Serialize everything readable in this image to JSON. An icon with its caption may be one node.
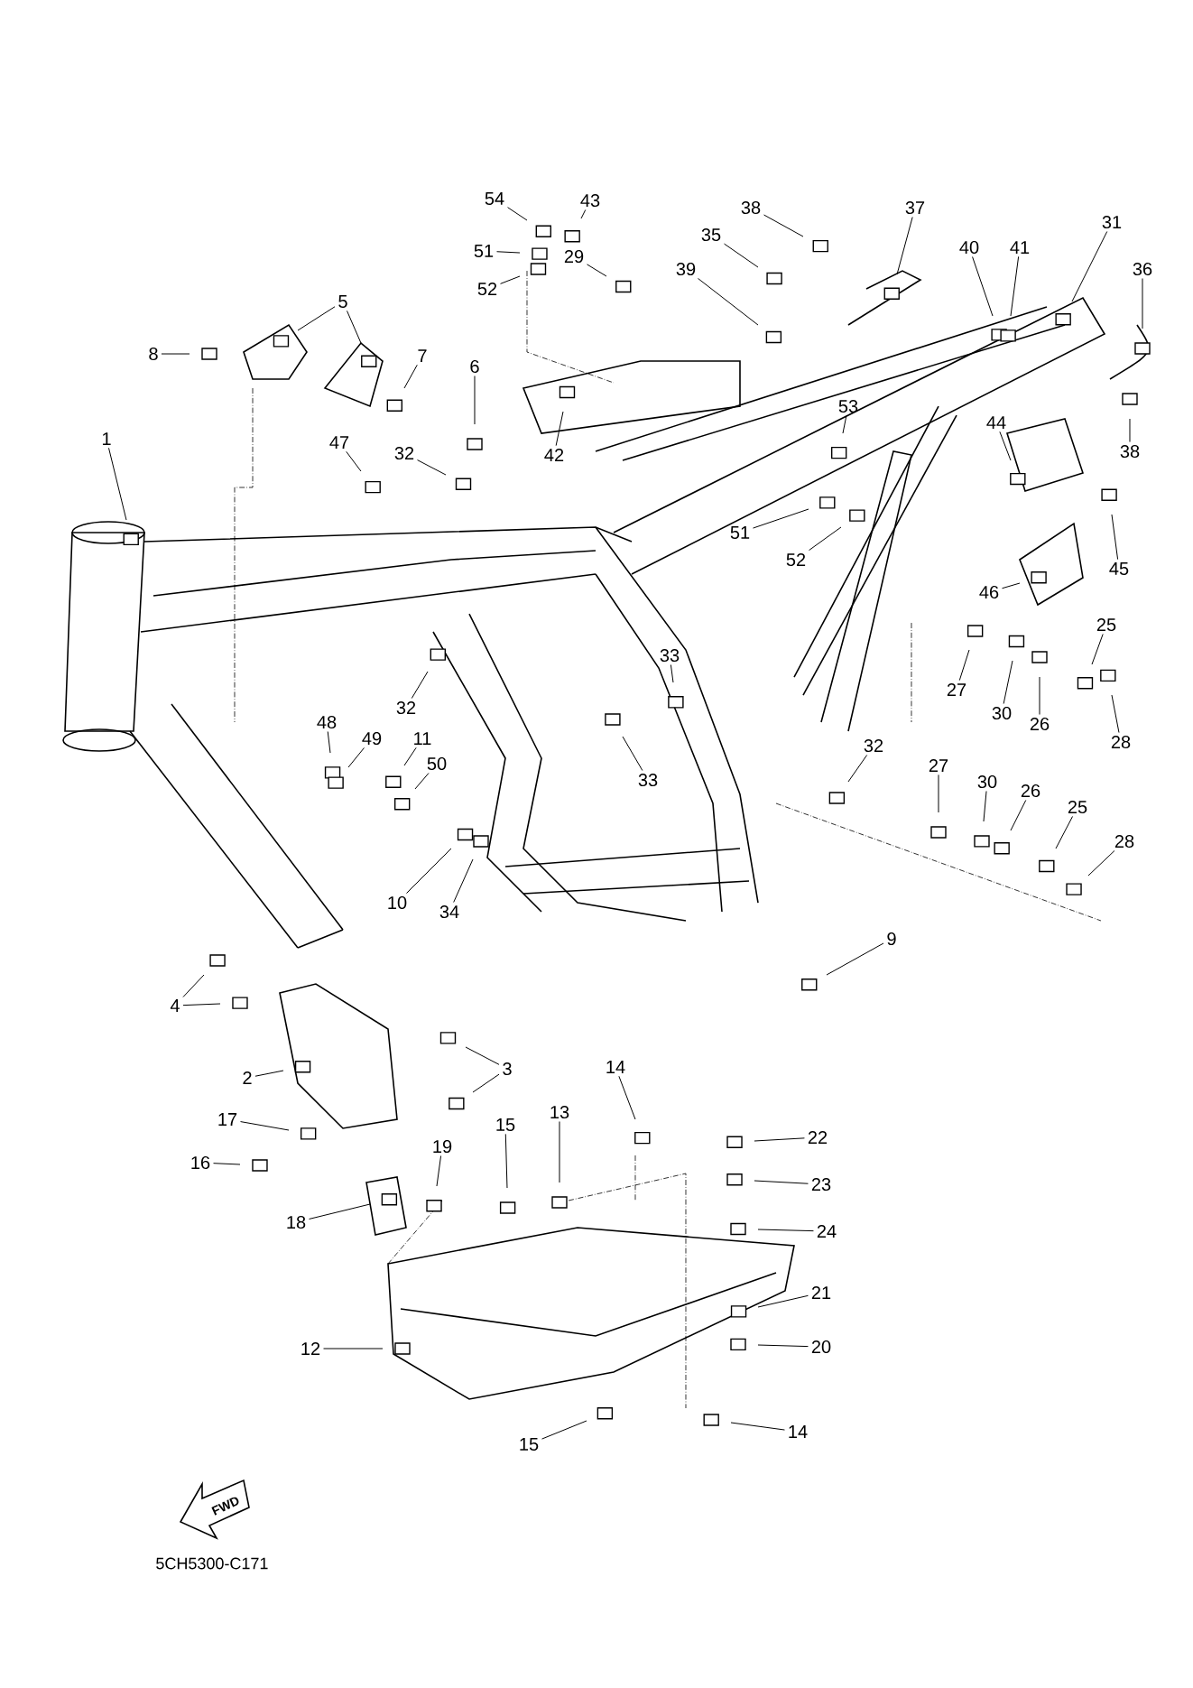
{
  "diagram": {
    "nodes": [
      {
        "text": [
          "54"
        ]
      },
      {
        "text": [
          "43"
        ]
      },
      {
        "text": [
          "38"
        ]
      },
      {
        "text": [
          "37"
        ]
      },
      {
        "text": [
          "31"
        ]
      },
      {
        "text": [
          "35"
        ]
      },
      {
        "text": [
          "51"
        ]
      },
      {
        "text": [
          "29"
        ]
      },
      {
        "text": [
          "52"
        ]
      },
      {
        "text": [
          "39"
        ]
      },
      {
        "text": [
          "40"
        ]
      },
      {
        "text": [
          "41"
        ]
      },
      {
        "text": [
          "36"
        ]
      },
      {
        "text": [
          "5"
        ]
      },
      {
        "text": [
          "8"
        ]
      },
      {
        "text": [
          "7"
        ]
      },
      {
        "text": [
          "6"
        ]
      },
      {
        "text": [
          "53"
        ]
      },
      {
        "text": [
          "44"
        ]
      },
      {
        "text": [
          "38"
        ]
      },
      {
        "text": [
          "42"
        ]
      },
      {
        "text": [
          "47"
        ]
      },
      {
        "text": [
          "32"
        ]
      },
      {
        "text": [
          "1"
        ]
      },
      {
        "text": [
          "51"
        ]
      },
      {
        "text": [
          "52"
        ]
      },
      {
        "text": [
          "45"
        ]
      },
      {
        "text": [
          "46"
        ]
      },
      {
        "text": [
          "25"
        ]
      },
      {
        "text": [
          "32"
        ]
      },
      {
        "text": [
          "33"
        ]
      },
      {
        "text": [
          "27"
        ]
      },
      {
        "text": [
          "30"
        ]
      },
      {
        "text": [
          "26"
        ]
      },
      {
        "text": [
          "28"
        ]
      },
      {
        "text": [
          "48"
        ]
      },
      {
        "text": [
          "49"
        ]
      },
      {
        "text": [
          "11"
        ]
      },
      {
        "text": [
          "33"
        ]
      },
      {
        "text": [
          "32"
        ]
      },
      {
        "text": [
          "50"
        ]
      },
      {
        "text": [
          "27"
        ]
      },
      {
        "text": [
          "30"
        ]
      },
      {
        "text": [
          "26"
        ]
      },
      {
        "text": [
          "25"
        ]
      },
      {
        "text": [
          "28"
        ]
      },
      {
        "text": [
          "10"
        ]
      },
      {
        "text": [
          "34"
        ]
      },
      {
        "text": [
          "9"
        ]
      },
      {
        "text": [
          "4"
        ]
      },
      {
        "text": [
          "3"
        ]
      },
      {
        "text": [
          "2"
        ]
      },
      {
        "text": [
          "14"
        ]
      },
      {
        "text": [
          "17"
        ]
      },
      {
        "text": [
          "22"
        ]
      },
      {
        "text": [
          "16"
        ]
      },
      {
        "text": [
          "19"
        ]
      },
      {
        "text": [
          "15"
        ]
      },
      {
        "text": [
          "13"
        ]
      },
      {
        "text": [
          "23"
        ]
      },
      {
        "text": [
          "18"
        ]
      },
      {
        "text": [
          "24"
        ]
      },
      {
        "text": [
          "21"
        ]
      },
      {
        "text": [
          "20"
        ]
      },
      {
        "text": [
          "12"
        ]
      },
      {
        "text": [
          "15"
        ]
      },
      {
        "text": [
          "14"
        ]
      }
    ],
    "edges": [
      {
        "from": 0,
        "to": null,
        "arrow": "none"
      },
      {
        "from": 1,
        "to": null,
        "arrow": "none"
      },
      {
        "from": 2,
        "to": null,
        "arrow": "none"
      },
      {
        "from": 3,
        "to": null,
        "arrow": "none"
      },
      {
        "from": 4,
        "to": null,
        "arrow": "none"
      },
      {
        "from": 5,
        "to": null,
        "arrow": "none"
      },
      {
        "from": 6,
        "to": null,
        "arrow": "none"
      },
      {
        "from": 7,
        "to": null,
        "arrow": "none"
      },
      {
        "from": 8,
        "to": null,
        "arrow": "none"
      },
      {
        "from": 9,
        "to": null,
        "arrow": "none"
      },
      {
        "from": 10,
        "to": null,
        "arrow": "none"
      },
      {
        "from": 11,
        "to": null,
        "arrow": "none"
      },
      {
        "from": 12,
        "to": null,
        "arrow": "none"
      },
      {
        "from": 13,
        "to": null,
        "arrow": "none"
      },
      {
        "from": 13,
        "to": null,
        "arrow": "none"
      },
      {
        "from": 14,
        "to": null,
        "arrow": "none"
      },
      {
        "from": 15,
        "to": null,
        "arrow": "none"
      },
      {
        "from": 16,
        "to": null,
        "arrow": "none"
      },
      {
        "from": 17,
        "to": null,
        "arrow": "none"
      },
      {
        "from": 18,
        "to": null,
        "arrow": "none"
      },
      {
        "from": 19,
        "to": null,
        "arrow": "none"
      },
      {
        "from": 20,
        "to": null,
        "arrow": "none"
      },
      {
        "from": 21,
        "to": null,
        "arrow": "none"
      },
      {
        "from": 22,
        "to": null,
        "arrow": "none"
      },
      {
        "from": 23,
        "to": null,
        "arrow": "none"
      },
      {
        "from": 24,
        "to": null,
        "arrow": "none"
      },
      {
        "from": 25,
        "to": null,
        "arrow": "none"
      },
      {
        "from": 26,
        "to": null,
        "arrow": "none"
      },
      {
        "from": 27,
        "to": null,
        "arrow": "none"
      },
      {
        "from": 28,
        "to": null,
        "arrow": "none"
      },
      {
        "from": 29,
        "to": null,
        "arrow": "none"
      },
      {
        "from": 30,
        "to": null,
        "arrow": "none"
      },
      {
        "from": 31,
        "to": null,
        "arrow": "none"
      },
      {
        "from": 32,
        "to": null,
        "arrow": "none"
      },
      {
        "from": 33,
        "to": null,
        "arrow": "none"
      },
      {
        "from": 34,
        "to": null,
        "arrow": "none"
      },
      {
        "from": 35,
        "to": null,
        "arrow": "none"
      },
      {
        "from": 36,
        "to": null,
        "arrow": "none"
      },
      {
        "from": 37,
        "to": null,
        "arrow": "none"
      },
      {
        "from": 38,
        "to": null,
        "arrow": "none"
      },
      {
        "from": 39,
        "to": null,
        "arrow": "none"
      },
      {
        "from": 40,
        "to": null,
        "arrow": "none"
      },
      {
        "from": 41,
        "to": null,
        "arrow": "none"
      },
      {
        "from": 42,
        "to": null,
        "arrow": "none"
      },
      {
        "from": 43,
        "to": null,
        "arrow": "none"
      },
      {
        "from": 44,
        "to": null,
        "arrow": "none"
      },
      {
        "from": 45,
        "to": null,
        "arrow": "none"
      },
      {
        "from": 46,
        "to": null,
        "arrow": "none"
      },
      {
        "from": 47,
        "to": null,
        "arrow": "none"
      },
      {
        "from": 48,
        "to": null,
        "arrow": "none"
      },
      {
        "from": 49,
        "to": null,
        "arrow": "none"
      },
      {
        "from": 49,
        "to": null,
        "arrow": "none"
      },
      {
        "from": 50,
        "to": null,
        "arrow": "none"
      },
      {
        "from": 50,
        "to": null,
        "arrow": "none"
      },
      {
        "from": 51,
        "to": null,
        "arrow": "none"
      },
      {
        "from": 52,
        "to": null,
        "arrow": "none"
      },
      {
        "from": 53,
        "to": null,
        "arrow": "none"
      },
      {
        "from": 54,
        "to": null,
        "arrow": "none"
      },
      {
        "from": 55,
        "to": null,
        "arrow": "none"
      },
      {
        "from": 56,
        "to": null,
        "arrow": "none"
      },
      {
        "from": 57,
        "to": null,
        "arrow": "none"
      },
      {
        "from": 58,
        "to": null,
        "arrow": "none"
      },
      {
        "from": 59,
        "to": null,
        "arrow": "none"
      },
      {
        "from": 60,
        "to": null,
        "arrow": "none"
      },
      {
        "from": 61,
        "to": null,
        "arrow": "none"
      },
      {
        "from": 62,
        "to": null,
        "arrow": "none"
      },
      {
        "from": 63,
        "to": null,
        "arrow": "none"
      },
      {
        "from": 64,
        "to": null,
        "arrow": "none"
      },
      {
        "from": 65,
        "to": null,
        "arrow": "none"
      },
      {
        "from": 66,
        "to": null,
        "arrow": "none"
      }
    ],
    "labels": [
      "FWD",
      "5CH5300-C171"
    ]
  }
}
